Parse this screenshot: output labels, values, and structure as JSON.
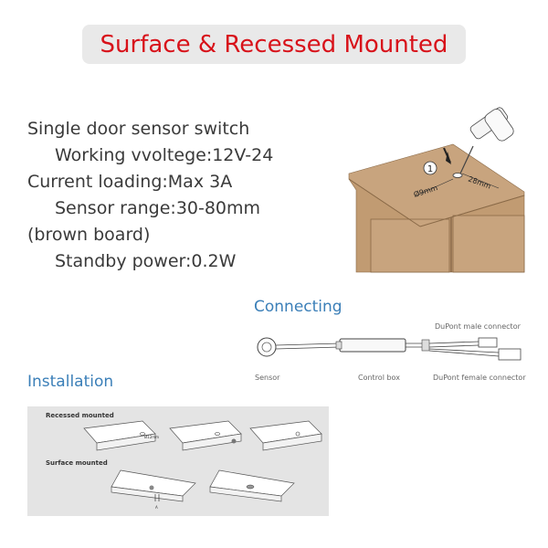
{
  "banner": {
    "title": "Surface & Recessed Mounted"
  },
  "specs": {
    "lines": [
      "Single door sensor switch",
      "Working vvoltege:12V-24",
      "Current loading:Max 3A",
      "Sensor range:30-80mm",
      "(brown board)",
      "Standby power:0.2W"
    ]
  },
  "diagram": {
    "step": "1",
    "hole_label": "Ø9mm",
    "depth_label": "28mm"
  },
  "connecting": {
    "title": "Connecting",
    "sensor": "Sensor",
    "control_box": "Control box",
    "male": "DuPont male connector",
    "female": "DuPont female connector"
  },
  "installation": {
    "title": "Installation",
    "recessed": "Recessed mounted",
    "surface": "Surface mounted",
    "hole_small": "Ø12mm",
    "marker": "A"
  },
  "colors": {
    "banner_text": "#d8121a",
    "banner_bg": "#e9e9e9",
    "section_title": "#3b7fb8",
    "wood": "#c8a47e",
    "wood_dark": "#b08a62"
  }
}
